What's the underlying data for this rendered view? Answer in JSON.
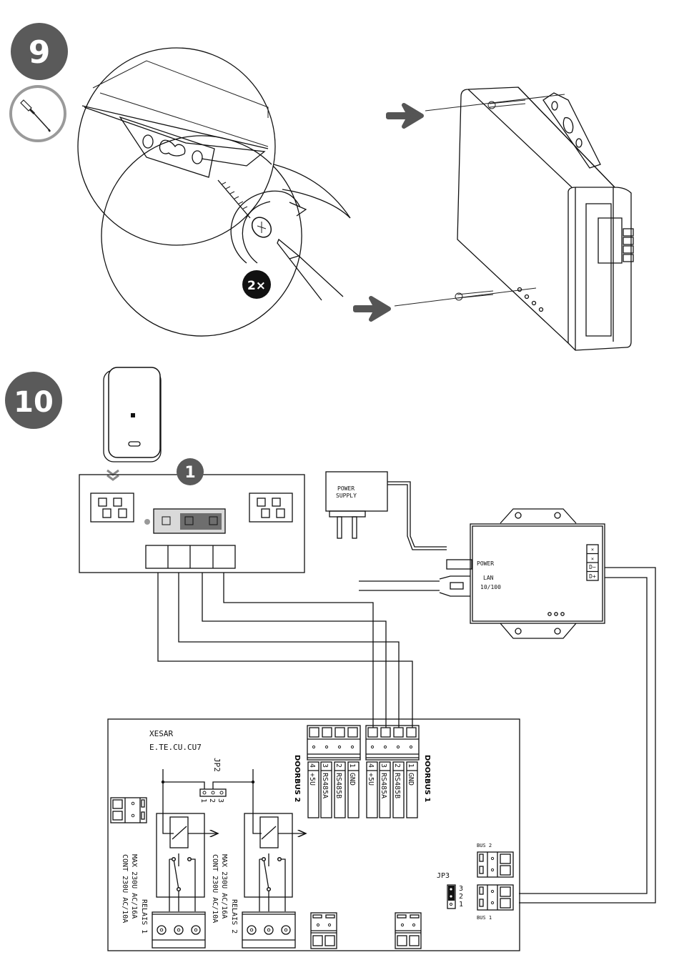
{
  "steps": [
    {
      "number": "9",
      "tool_icon": "screwdriver-icon",
      "multiplier_badge": "2×"
    },
    {
      "number": "10",
      "callout_badge": "1"
    }
  ],
  "colors": {
    "step_badge": "#5a5a5a",
    "tool_ring": "#9a9a9a",
    "multiplier_badge": "#111111",
    "jumper_light": "#d9d9d9",
    "jumper_dark": "#6e6e6e"
  },
  "step9": {
    "arrows": [
      "arrow-right",
      "arrow-right"
    ]
  },
  "step10": {
    "power_supply": {
      "line1": "POWER",
      "line2": "SUPPLY"
    },
    "converter": {
      "power_label": "POWER",
      "lan_label": "LAN",
      "lan_speed": "10/100",
      "terminals": [
        "×",
        "×",
        "D−",
        "D+"
      ]
    },
    "controller": {
      "brand": "XESAR",
      "model": "E.TE.CU.CU7",
      "jp2": {
        "label": "JP2",
        "pins": [
          "1",
          "2",
          "3"
        ]
      },
      "jp3": {
        "label": "JP3",
        "pins": [
          "3",
          "2",
          "1"
        ]
      },
      "doorbus2": {
        "label": "DOORBUS 2",
        "pins": [
          {
            "num": "4",
            "name": "+5U"
          },
          {
            "num": "3",
            "name": "RS485A"
          },
          {
            "num": "2",
            "name": "RS485B"
          },
          {
            "num": "1",
            "name": "GND"
          }
        ]
      },
      "doorbus1": {
        "label": "DOORBUS 1",
        "pins": [
          {
            "num": "4",
            "name": "+5U"
          },
          {
            "num": "3",
            "name": "RS485A"
          },
          {
            "num": "2",
            "name": "RS485B"
          },
          {
            "num": "1",
            "name": "GND"
          }
        ]
      },
      "relay1": {
        "name": "RELAIS 1",
        "max": "MAX  230U AC/16A",
        "cont": "CONT 230U AC/10A"
      },
      "relay2": {
        "name": "RELAIS 2",
        "max": "MAX  230U AC/16A",
        "cont": "CONT 230U AC/10A"
      },
      "bus2_label": "BUS 2",
      "bus1_label": "BUS 1"
    }
  }
}
